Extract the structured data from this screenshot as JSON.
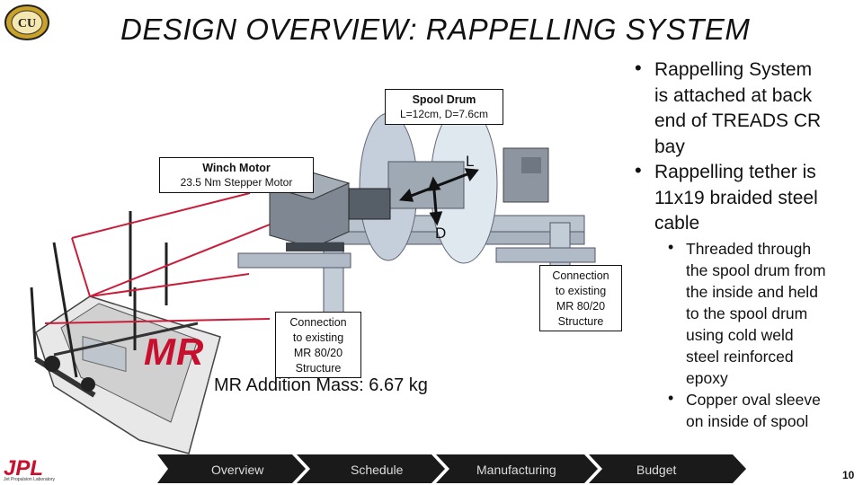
{
  "slide": {
    "title": "DESIGN OVERVIEW: RAPPELLING SYSTEM",
    "page_number": "10"
  },
  "bullets": {
    "level1": [
      {
        "lines": [
          "Rappelling System",
          "is attached at back",
          "end of TREADS CR",
          "bay"
        ]
      },
      {
        "lines": [
          "Rappelling tether is",
          "11x19 braided steel",
          "cable"
        ]
      }
    ],
    "level2": [
      {
        "lines": [
          "Threaded through",
          "the spool drum from",
          "the inside and held",
          "to the spool drum",
          "using cold weld",
          "steel reinforced",
          "epoxy"
        ]
      },
      {
        "lines": [
          "Copper oval sleeve",
          "on inside of spool"
        ]
      }
    ]
  },
  "callouts": {
    "spool_drum": {
      "title": "Spool Drum",
      "detail": "L=12cm, D=7.6cm"
    },
    "winch_motor": {
      "title": "Winch Motor",
      "detail": "23.5 Nm Stepper Motor"
    },
    "connection_right": [
      "Connection",
      "to existing",
      "MR 80/20",
      "Structure"
    ],
    "connection_left": [
      "Connection",
      "to existing",
      "MR 80/20",
      "Structure"
    ]
  },
  "dimensions": {
    "length_label": "L",
    "diameter_label": "D"
  },
  "robot_label": "MR",
  "mass_text": "MR Addition Mass: 6.67 kg",
  "nav": {
    "items": [
      "Overview",
      "Schedule",
      "Manufacturing",
      "Budget"
    ],
    "active": "Manufacturing"
  },
  "logos": {
    "top_left": "CU",
    "bottom_left": "JPL",
    "bottom_left_sub": "Jet Propulsion Laboratory"
  },
  "colors": {
    "accent_red": "#c8102e",
    "nav_dark": "#1a1a1a",
    "callout_line": "#c81e3c"
  }
}
